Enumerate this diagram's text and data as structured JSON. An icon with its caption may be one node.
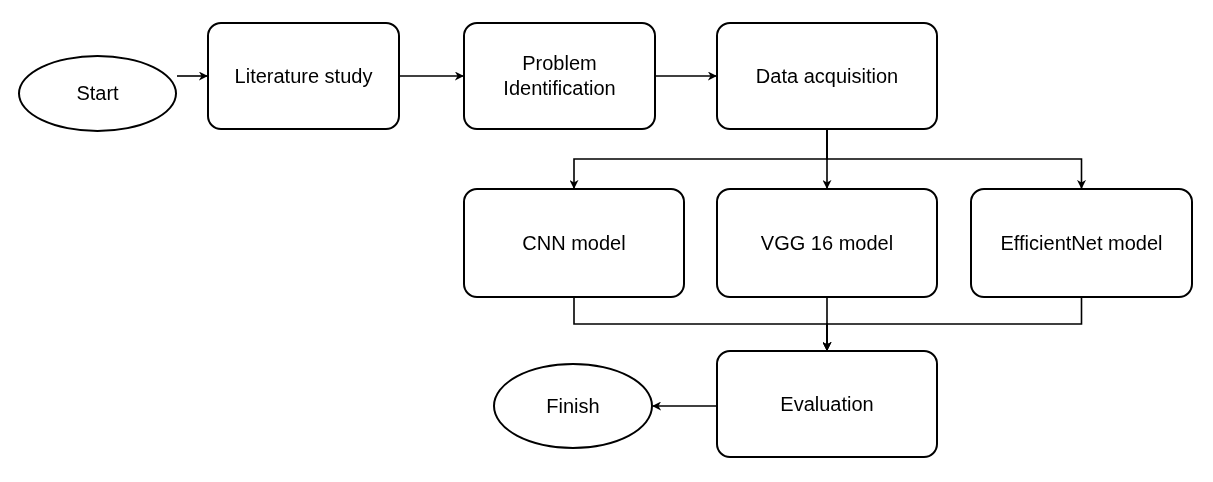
{
  "diagram": {
    "nodes": [
      {
        "text": [
          "Start"
        ]
      },
      {
        "text": [
          "Literature study"
        ]
      },
      {
        "text": [
          "Problem Identification"
        ]
      },
      {
        "text": [
          "Data acquisition"
        ]
      },
      {
        "text": [
          "CNN model"
        ]
      },
      {
        "text": [
          "VGG 16 model"
        ]
      },
      {
        "text": [
          "EfficientNet model"
        ]
      },
      {
        "text": [
          "Finish"
        ]
      },
      {
        "text": [
          "Evaluation"
        ]
      }
    ],
    "edges": [
      {
        "from": 0,
        "to": 1,
        "arrow": "to"
      },
      {
        "from": 1,
        "to": 2,
        "arrow": "to"
      },
      {
        "from": 2,
        "to": 3,
        "arrow": "to"
      },
      {
        "from": 3,
        "to": 4,
        "arrow": "to"
      },
      {
        "from": 3,
        "to": 5,
        "arrow": "to"
      },
      {
        "from": 3,
        "to": 6,
        "arrow": "to"
      },
      {
        "from": 4,
        "to": 8,
        "arrow": "to"
      },
      {
        "from": 5,
        "to": 8,
        "arrow": "to"
      },
      {
        "from": 6,
        "to": 8,
        "arrow": "to"
      },
      {
        "from": 8,
        "to": 7,
        "arrow": "to"
      }
    ]
  }
}
